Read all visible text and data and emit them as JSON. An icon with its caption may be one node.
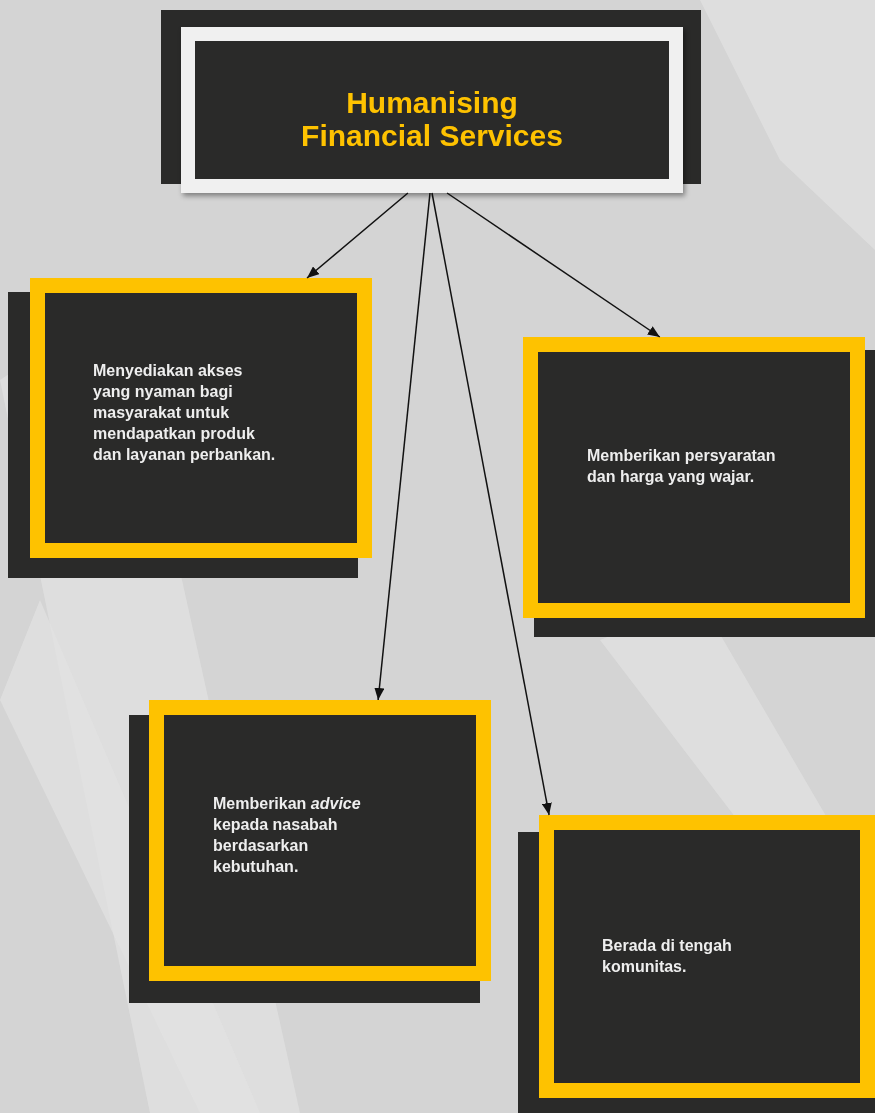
{
  "diagram": {
    "nodes": [
      {
        "text": [
          "Humanising Financial Services"
        ]
      },
      {
        "text": [
          "Menyediakan akses yang nyaman bagi masyarakat untuk mendapatkan produk dan layanan perbankan."
        ]
      },
      {
        "text": [
          "Memberikan persyaratan dan harga yang wajar."
        ]
      },
      {
        "text": [
          "Memberikan *advice* kepada nasabah berdasarkan kebutuhan."
        ]
      },
      {
        "text": [
          "Berada di tengah komunitas."
        ]
      }
    ],
    "edges": [
      {
        "from": 0,
        "to": 1,
        "arrow": "to"
      },
      {
        "from": 0,
        "to": 2,
        "arrow": "to"
      },
      {
        "from": 0,
        "to": 3,
        "arrow": "to"
      },
      {
        "from": 0,
        "to": 4,
        "arrow": "to"
      }
    ]
  }
}
